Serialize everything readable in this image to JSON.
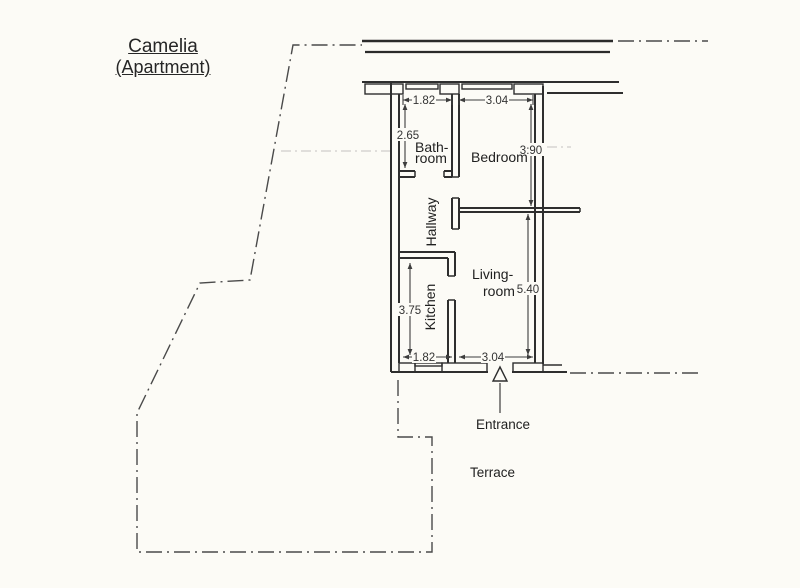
{
  "page": {
    "background": "#fcfbf6",
    "ink": "#2e2e2e",
    "boundary_ink": "#4a4a4a"
  },
  "title": {
    "line1": "Camelia",
    "line2": "(Apartment)"
  },
  "rooms": {
    "bathroom": {
      "line1": "Bath-",
      "line2": "room"
    },
    "bedroom": {
      "label": "Bedroom"
    },
    "hallway": {
      "label": "Hallway"
    },
    "kitchen": {
      "label": "Kitchen"
    },
    "livingroom": {
      "line1": "Living-",
      "line2": "room"
    }
  },
  "dimensions": {
    "top_bath_width": "1.82",
    "top_bedroom_width": "3.04",
    "bath_depth": "2.65",
    "bedroom_depth": "3:90",
    "kitchen_depth": "3.75",
    "livingroom_depth": "5.40",
    "bottom_kitchen_width": "1.82",
    "bottom_living_width": "3.04"
  },
  "annotations": {
    "entrance": "Entrance",
    "terrace": "Terrace"
  }
}
